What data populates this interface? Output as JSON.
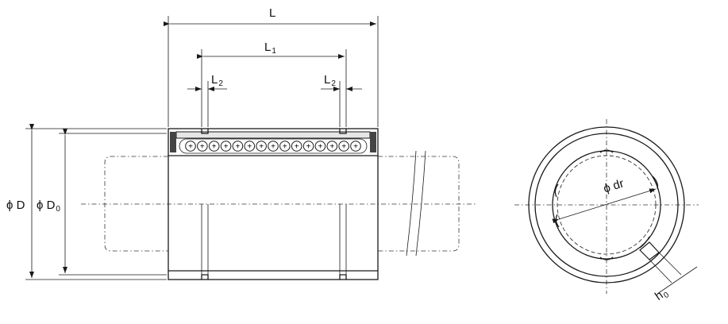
{
  "dimensions": {
    "L": "L",
    "L1": {
      "base": "L",
      "sub": "1"
    },
    "L2_left": {
      "base": "L",
      "sub": "2"
    },
    "L2_right": {
      "base": "L",
      "sub": "2"
    },
    "D": "ϕ D",
    "D0": {
      "base": "ϕ D",
      "sub": "0"
    },
    "dr": "ϕ dr",
    "h0": {
      "base": "h",
      "sub": "0"
    }
  },
  "colors": {
    "line": "#1a1a1a",
    "housing": "#e6e6e6",
    "background": "#ffffff"
  },
  "balls": {
    "count": 15,
    "symbol": "+"
  }
}
